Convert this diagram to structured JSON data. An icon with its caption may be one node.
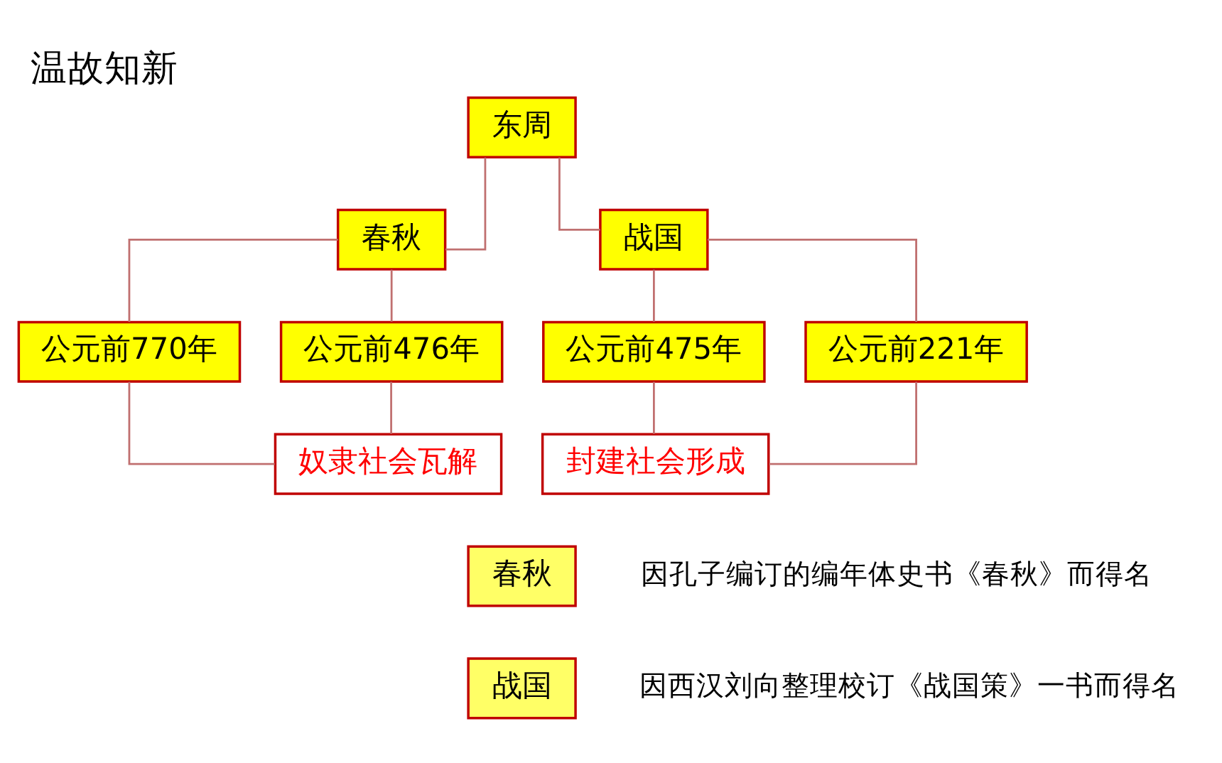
{
  "diagram": {
    "title": "温故知新",
    "nodes": [
      {
        "text": [
          "东周"
        ]
      },
      {
        "text": [
          "春秋"
        ]
      },
      {
        "text": [
          "战国"
        ]
      },
      {
        "text": [
          "公元前770年"
        ]
      },
      {
        "text": [
          "公元前476年"
        ]
      },
      {
        "text": [
          "公元前475年"
        ]
      },
      {
        "text": [
          "公元前221年"
        ]
      },
      {
        "text": [
          "奴隶社会瓦解"
        ]
      },
      {
        "text": [
          "封建社会形成"
        ]
      },
      {
        "text": [
          "春秋"
        ],
        "beside": [
          "因孔子编订的编年体史书《春秋》而得名"
        ]
      },
      {
        "text": [
          "战国"
        ],
        "beside": [
          "因西汉刘向整理校订《战国策》一书而得名"
        ]
      }
    ],
    "edges": [
      {
        "from": 0,
        "to": 1,
        "arrow": "none"
      },
      {
        "from": 0,
        "to": 2,
        "arrow": "none"
      },
      {
        "from": 1,
        "to": 3,
        "arrow": "none"
      },
      {
        "from": 1,
        "to": 4,
        "arrow": "none"
      },
      {
        "from": 2,
        "to": 5,
        "arrow": "none"
      },
      {
        "from": 2,
        "to": 6,
        "arrow": "none"
      },
      {
        "from": 3,
        "to": 7,
        "arrow": "none"
      },
      {
        "from": 4,
        "to": 7,
        "arrow": "none"
      },
      {
        "from": 5,
        "to": 8,
        "arrow": "none"
      },
      {
        "from": 6,
        "to": 8,
        "arrow": "none"
      }
    ]
  }
}
